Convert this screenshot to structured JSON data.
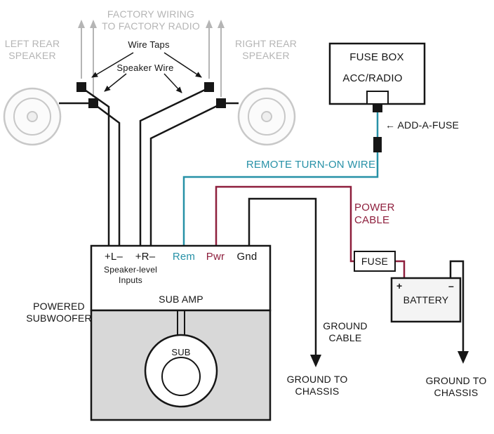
{
  "diagram": {
    "factory_wiring": {
      "line1": "FACTORY WIRING",
      "line2": "TO FACTORY RADIO"
    },
    "left_speaker": {
      "line1": "LEFT REAR",
      "line2": "SPEAKER"
    },
    "right_speaker": {
      "line1": "RIGHT REAR",
      "line2": "SPEAKER"
    },
    "wire_taps": "Wire Taps",
    "speaker_wire": "Speaker Wire",
    "fuse_box": {
      "title": "FUSE BOX",
      "subtitle": "ACC/RADIO"
    },
    "add_a_fuse": "← ADD-A-FUSE",
    "remote_wire": "REMOTE TURN-ON WIRE",
    "power_cable": {
      "line1": "POWER",
      "line2": "CABLE"
    },
    "fuse": "FUSE",
    "battery": {
      "label": "BATTERY",
      "plus": "+",
      "minus": "–"
    },
    "amp": {
      "terminal_l": "+L–",
      "terminal_r": "+R–",
      "terminal_rem": "Rem",
      "terminal_pwr": "Pwr",
      "terminal_gnd": "Gnd",
      "inputs_line1": "Speaker-level",
      "inputs_line2": "Inputs",
      "name": "SUB AMP"
    },
    "powered_subwoofer": {
      "line1": "POWERED",
      "line2": "SUBWOOFER"
    },
    "sub": "SUB",
    "ground_cable": {
      "line1": "GROUND",
      "line2": "CABLE"
    },
    "ground_chassis_left": {
      "line1": "GROUND TO",
      "line2": "CHASSIS"
    },
    "ground_chassis_right": {
      "line1": "GROUND TO",
      "line2": "CHASSIS"
    }
  },
  "colors": {
    "wire_black": "#161616",
    "remote_teal": "#2791a7",
    "power_red": "#8e1f3d",
    "muted_gray": "#b5b5b5",
    "enclosure_gray": "#d8d8d8"
  }
}
